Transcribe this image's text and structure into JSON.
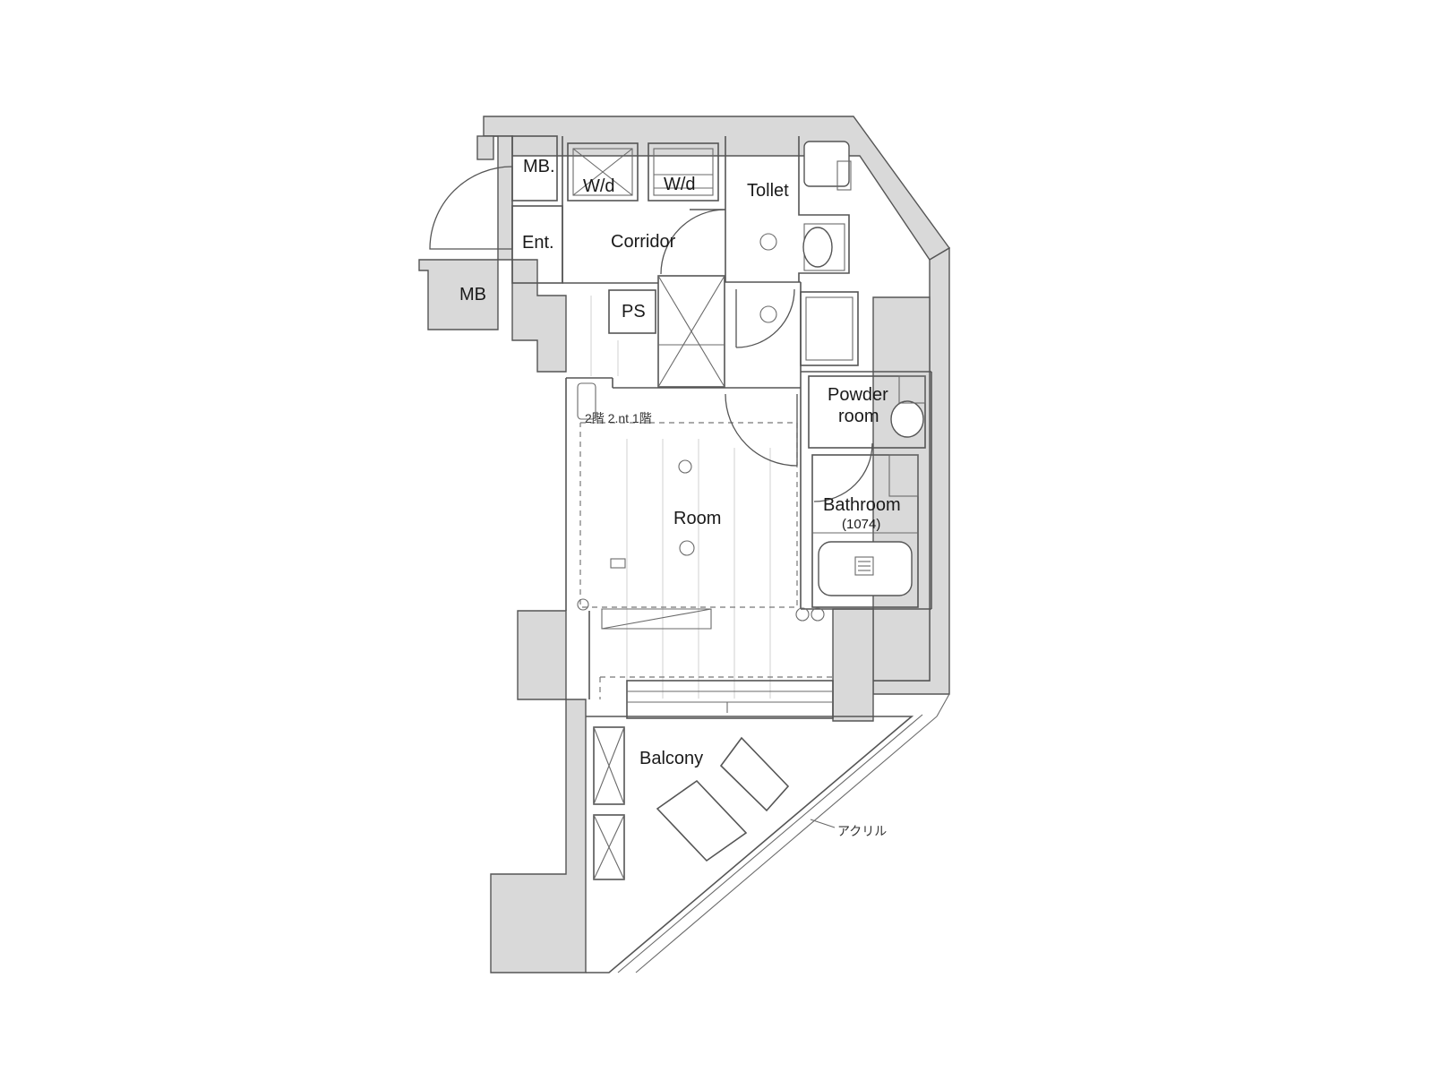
{
  "rooms": {
    "mb_top": "MB.",
    "wd_left": "W/d",
    "wd_right": "W/d",
    "toilet": "Tollet",
    "entrance": "Ent.",
    "corridor": "Corridor",
    "mb_outside": "MB",
    "ps": "PS",
    "powder_room_line1": "Powder",
    "powder_room_line2": "room",
    "room": "Room",
    "bathroom": "Bathroom",
    "bathroom_size": "(1074)",
    "balcony": "Balcony"
  },
  "annotations": {
    "ceiling_note": "2階 2.nt 1階",
    "acrylic": "アクリル"
  },
  "colors": {
    "wall_fill": "#d9d9d9",
    "line": "#555555"
  }
}
